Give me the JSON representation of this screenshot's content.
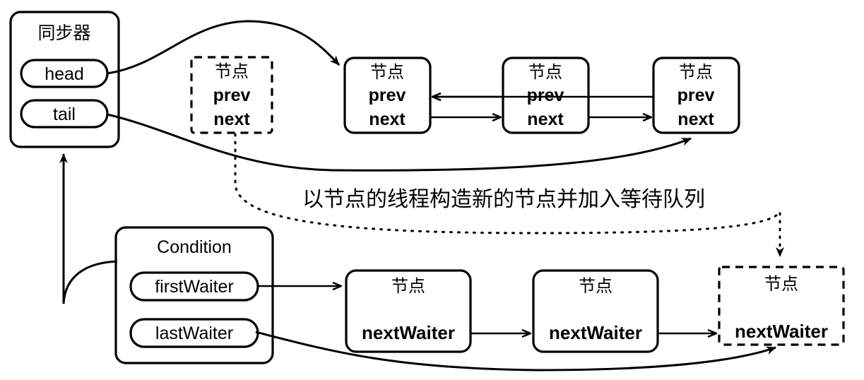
{
  "diagram": {
    "title_caption": "以节点的线程构造新的节点并加入等待队列",
    "sync_box": {
      "label": "同步器",
      "fields": [
        {
          "label": "head"
        },
        {
          "label": "tail"
        }
      ]
    },
    "condition_box": {
      "label": "Condition",
      "fields": [
        {
          "label": "firstWaiter"
        },
        {
          "label": "lastWaiter"
        }
      ]
    },
    "pending_node": {
      "title": "节点",
      "fields": [
        "prev",
        "next"
      ],
      "style": "dashed"
    },
    "sync_queue_nodes": [
      {
        "title": "节点",
        "fields": [
          "prev",
          "next"
        ],
        "style": "solid"
      },
      {
        "title": "节点",
        "fields": [
          "prev",
          "next"
        ],
        "style": "solid"
      },
      {
        "title": "节点",
        "fields": [
          "prev",
          "next"
        ],
        "style": "solid"
      }
    ],
    "wait_queue_nodes": [
      {
        "title": "节点",
        "fields": [
          "nextWaiter"
        ],
        "style": "solid"
      },
      {
        "title": "节点",
        "fields": [
          "nextWaiter"
        ],
        "style": "solid"
      },
      {
        "title": "节点",
        "fields": [
          "nextWaiter"
        ],
        "style": "dashed"
      }
    ],
    "colors": {
      "stroke": "#000000",
      "fill": "#ffffff",
      "background": "#ffffff"
    }
  }
}
